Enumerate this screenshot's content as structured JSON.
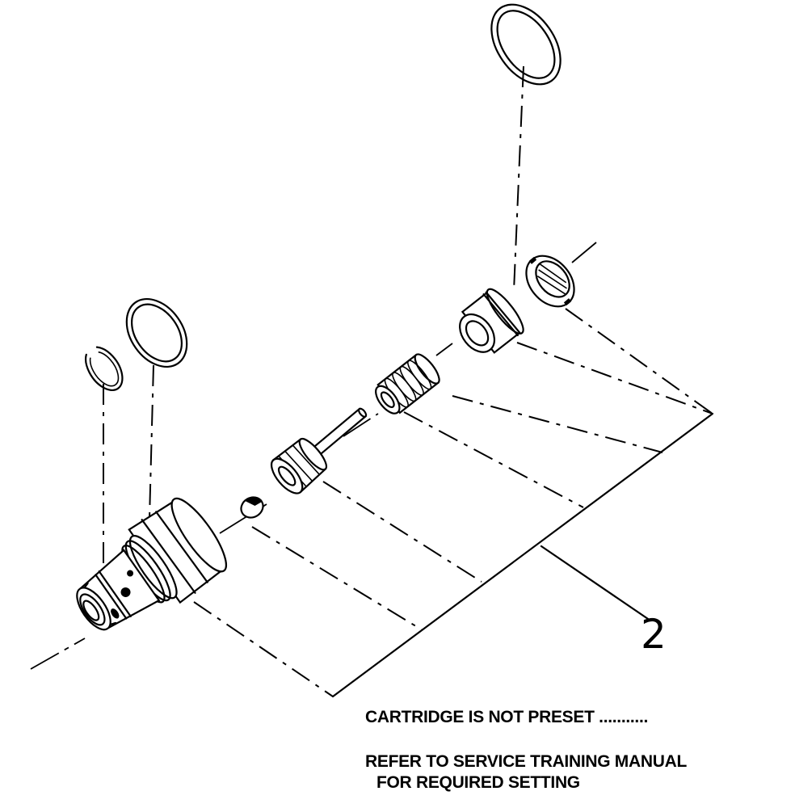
{
  "callout": {
    "number": "2"
  },
  "notes": {
    "line1": "CARTRIDGE IS NOT PRESET ...........",
    "line2": "REFER TO SERVICE TRAINING MANUAL",
    "line3": "FOR REQUIRED SETTING"
  },
  "parts": [
    {
      "icon": "large-washer-icon"
    },
    {
      "icon": "lock-nut-icon"
    },
    {
      "icon": "cartridge-cap-icon"
    },
    {
      "icon": "spring-icon"
    },
    {
      "icon": "poppet-pin-icon"
    },
    {
      "icon": "ball-seat-icon"
    },
    {
      "icon": "valve-body-icon"
    },
    {
      "icon": "o-ring-icon"
    },
    {
      "icon": "snap-ring-icon"
    }
  ],
  "colors": {
    "ink": "#000000",
    "paper": "#ffffff"
  }
}
